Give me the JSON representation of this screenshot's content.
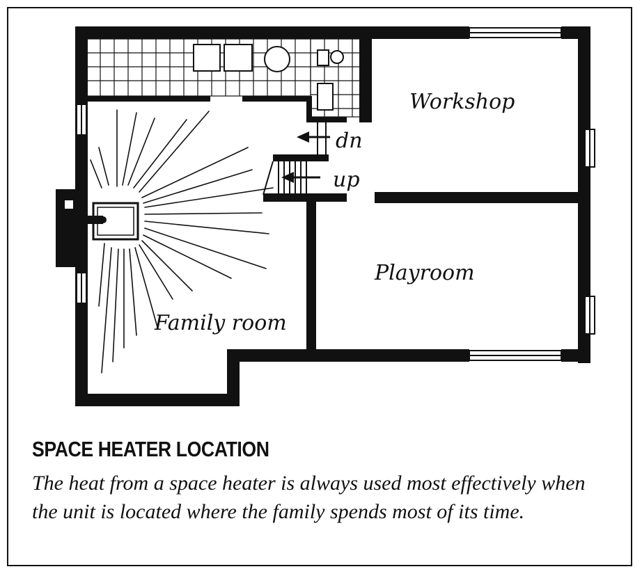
{
  "labels": {
    "workshop": "Workshop",
    "dn": "dn",
    "up": "up",
    "playroom": "Playroom",
    "family_room": "Family room"
  },
  "caption": {
    "title": "SPACE HEATER LOCATION",
    "text": "The heat from a space heater is always used most effectively when the unit is located where the family spends most of its time."
  }
}
